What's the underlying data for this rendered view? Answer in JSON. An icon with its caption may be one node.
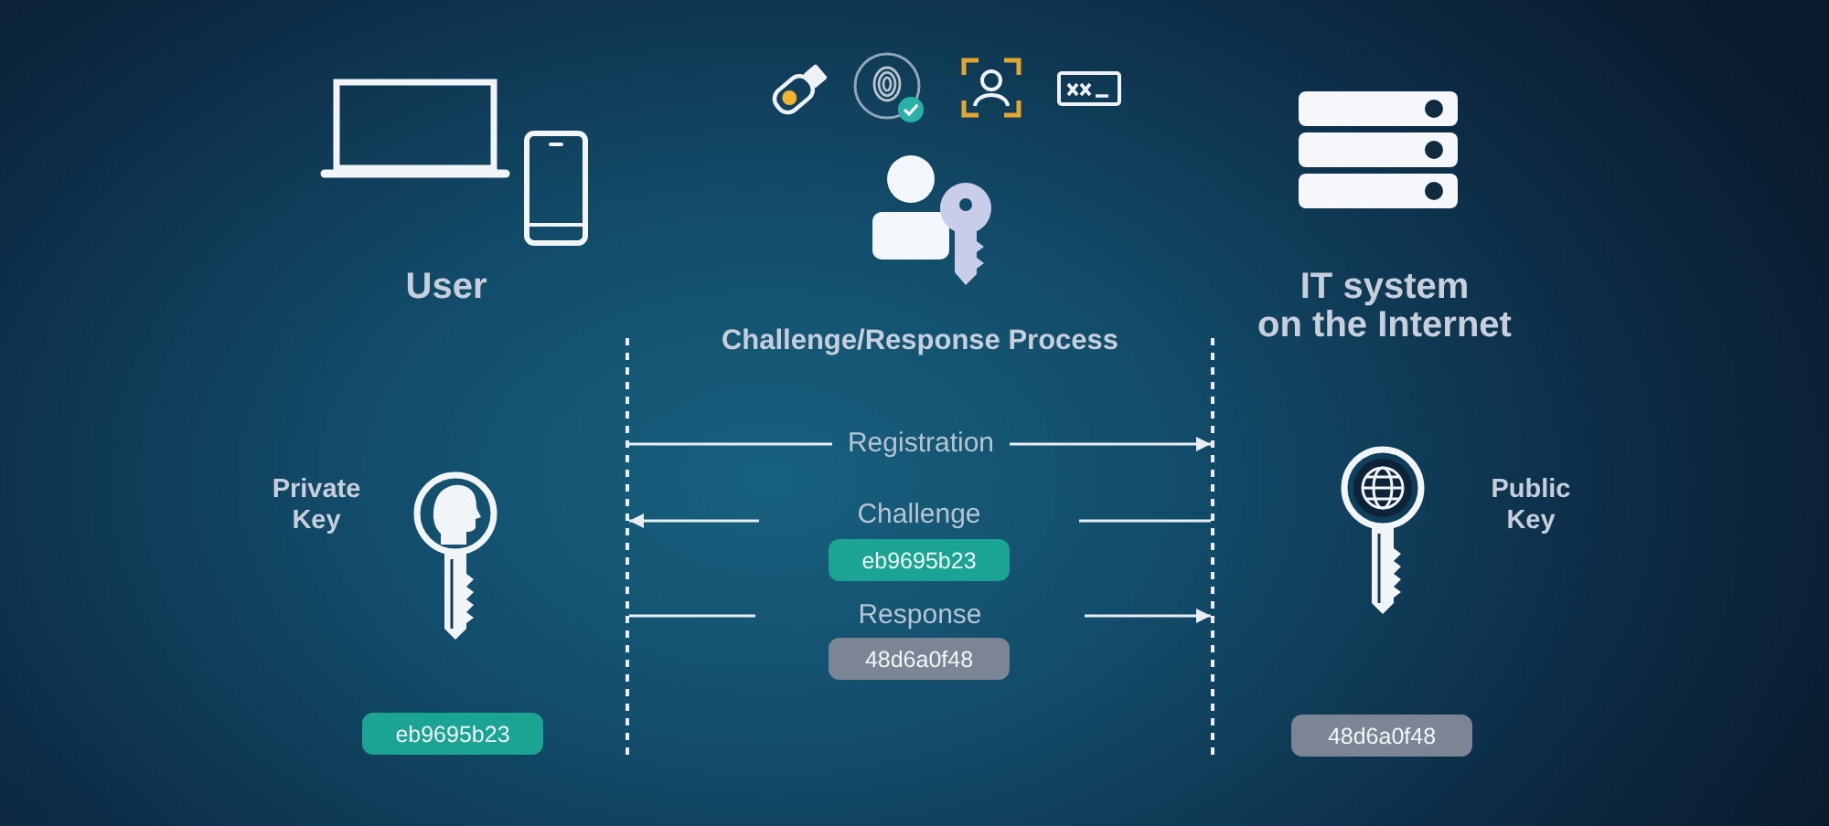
{
  "diagram": {
    "nodes": [
      {
        "text": [],
        "shape": "line"
      },
      {
        "text": [],
        "shape": "line"
      },
      {
        "text": [
          "eb9695b23"
        ]
      },
      {
        "text": [
          "48d6a0f48"
        ]
      },
      {
        "text": [
          "eb9695b23"
        ]
      },
      {
        "text": [
          "48d6a0f48"
        ]
      }
    ],
    "edges": [
      {
        "from": 0,
        "to": 1,
        "arrow": "to",
        "label": "Registration"
      },
      {
        "from": 1,
        "to": 0,
        "arrow": "to",
        "label": "Challenge"
      },
      {
        "from": 0,
        "to": 1,
        "arrow": "to",
        "label": "Response"
      }
    ],
    "labels": [
      "User",
      "IT system on the Internet",
      "Challenge/Response Process",
      "Private Key",
      "Public Key"
    ]
  }
}
